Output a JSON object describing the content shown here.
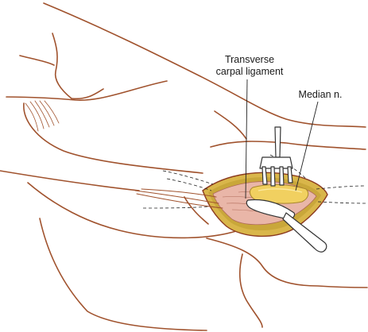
{
  "labels": {
    "transverse_carpal_ligament": [
      "Transverse",
      "carpal ligament"
    ],
    "median_nerve": "Median n."
  },
  "colors": {
    "outline": "#a0522d",
    "tissue": "#e9b6a8",
    "nerve": "#f1d060",
    "fat": "#c9a73a",
    "wound_edge": "#8b3a1f",
    "instrument_fill": "#ffffff",
    "instrument_stroke": "#333333",
    "leader": "#222222"
  }
}
